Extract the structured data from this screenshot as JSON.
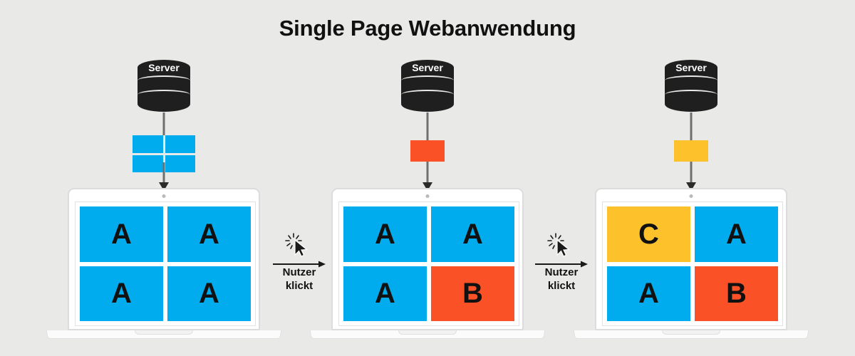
{
  "title": "Single Page Webanwendung",
  "colors": {
    "background": "#e9eae8",
    "blue": "#00aced",
    "orange": "#fa5226",
    "yellow": "#fdc22b",
    "server": "#1f1f1f",
    "wire": "#6f6f6f",
    "text": "#111111"
  },
  "stages": [
    {
      "server_label": "Server",
      "payload": {
        "kind": "grid",
        "cells": [
          {
            "color": "#00aced"
          },
          {
            "color": "#00aced"
          },
          {
            "color": "#00aced"
          },
          {
            "color": "#00aced"
          }
        ]
      },
      "screen_tiles": [
        {
          "letter": "A",
          "color": "#00aced"
        },
        {
          "letter": "A",
          "color": "#00aced"
        },
        {
          "letter": "A",
          "color": "#00aced"
        },
        {
          "letter": "A",
          "color": "#00aced"
        }
      ]
    },
    {
      "server_label": "Server",
      "payload": {
        "kind": "single",
        "cells": [
          {
            "color": "#fa5226"
          }
        ]
      },
      "screen_tiles": [
        {
          "letter": "A",
          "color": "#00aced"
        },
        {
          "letter": "A",
          "color": "#00aced"
        },
        {
          "letter": "A",
          "color": "#00aced"
        },
        {
          "letter": "B",
          "color": "#fa5226"
        }
      ]
    },
    {
      "server_label": "Server",
      "payload": {
        "kind": "single",
        "cells": [
          {
            "color": "#fdc22b"
          }
        ]
      },
      "screen_tiles": [
        {
          "letter": "C",
          "color": "#fdc22b"
        },
        {
          "letter": "A",
          "color": "#00aced"
        },
        {
          "letter": "A",
          "color": "#00aced"
        },
        {
          "letter": "B",
          "color": "#fa5226"
        }
      ]
    }
  ],
  "transitions": [
    {
      "line1": "Nutzer",
      "line2": "klickt",
      "icon": "click-cursor-icon"
    },
    {
      "line1": "Nutzer",
      "line2": "klickt",
      "icon": "click-cursor-icon"
    }
  ]
}
